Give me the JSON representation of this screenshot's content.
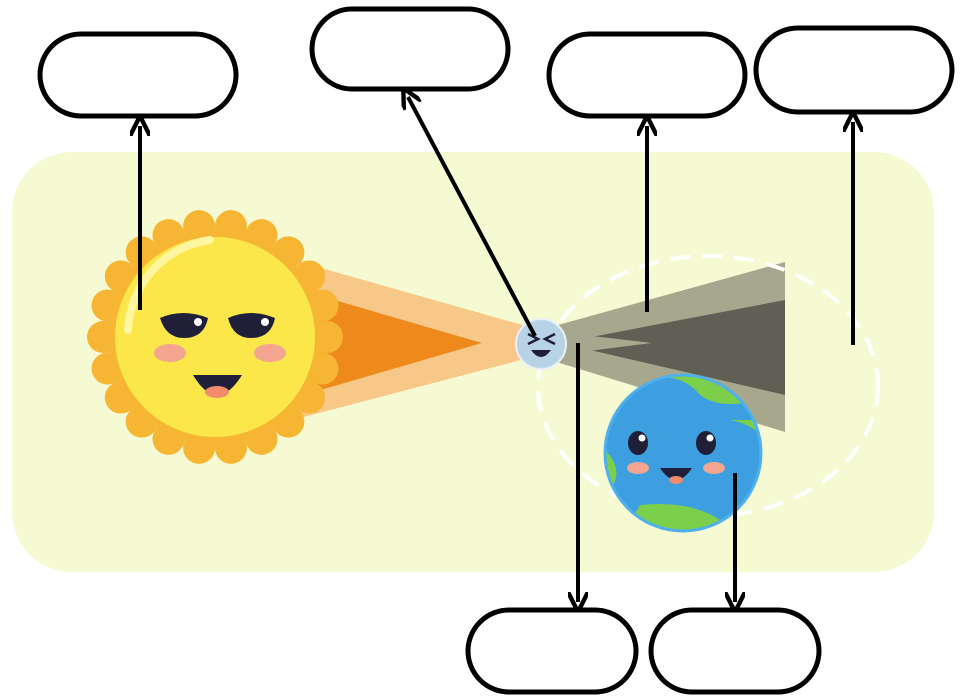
{
  "colors": {
    "background_panel": "#f5fad2",
    "sun_body": "#fbe74a",
    "sun_rays": "#f6b533",
    "penumbra_sun": "#f8c889",
    "umbra_sun": "#ee8a1c",
    "moon": "#b9d3e6",
    "shadow_light": "#a7a78e",
    "shadow_dark": "#5f5f54",
    "earth_ocean": "#3d9fe0",
    "earth_land": "#7ccf4a",
    "orbit": "#ffffff"
  },
  "labels": [
    {
      "id": "sun",
      "text": ""
    },
    {
      "id": "moon",
      "text": ""
    },
    {
      "id": "penumbra-upper",
      "text": ""
    },
    {
      "id": "orbit",
      "text": ""
    },
    {
      "id": "umbra",
      "text": ""
    },
    {
      "id": "earth",
      "text": ""
    }
  ],
  "icons": [
    "sun-icon",
    "moon-icon",
    "earth-icon"
  ]
}
